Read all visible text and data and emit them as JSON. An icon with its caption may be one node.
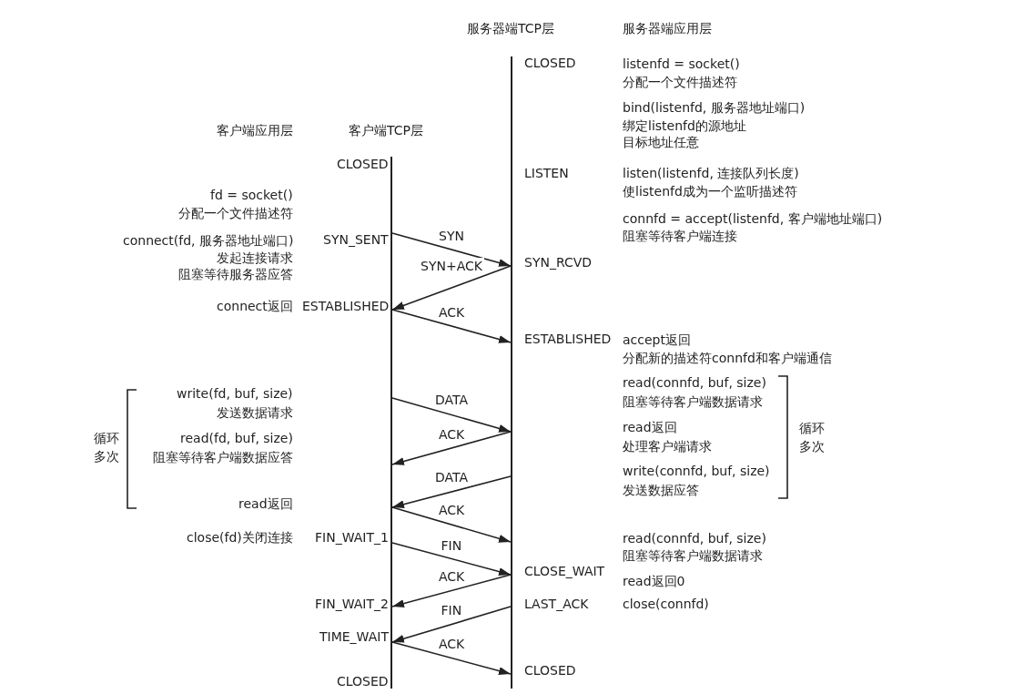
{
  "diagram": {
    "nodes": [
      {
        "text": [],
        "shape": "line",
        "beside": [
          "CLOSED",
          "SYN_SENT",
          "ESTABLISHED",
          "FIN_WAIT_1",
          "FIN_WAIT_2",
          "TIME_WAIT",
          "CLOSED"
        ]
      },
      {
        "text": [],
        "shape": "line",
        "beside": [
          "CLOSED",
          "LISTEN",
          "SYN_RCVD",
          "ESTABLISHED",
          "CLOSE_WAIT",
          "LAST_ACK",
          "CLOSED"
        ]
      }
    ],
    "edges": [
      {
        "from": 0,
        "to": 1,
        "arrow": "to",
        "label": "SYN"
      },
      {
        "from": 1,
        "to": 0,
        "arrow": "to",
        "label": "SYN+ACK"
      },
      {
        "from": 0,
        "to": 1,
        "arrow": "to",
        "label": "ACK"
      },
      {
        "from": 0,
        "to": 1,
        "arrow": "to",
        "label": "DATA"
      },
      {
        "from": 1,
        "to": 0,
        "arrow": "to",
        "label": "ACK"
      },
      {
        "from": 1,
        "to": 0,
        "arrow": "to",
        "label": "DATA"
      },
      {
        "from": 0,
        "to": 1,
        "arrow": "to",
        "label": "ACK"
      },
      {
        "from": 0,
        "to": 1,
        "arrow": "to",
        "label": "FIN"
      },
      {
        "from": 1,
        "to": 0,
        "arrow": "to",
        "label": "ACK"
      },
      {
        "from": 1,
        "to": 0,
        "arrow": "to",
        "label": "FIN"
      },
      {
        "from": 0,
        "to": 1,
        "arrow": "to",
        "label": "ACK"
      }
    ],
    "labels": [
      "服务器端TCP层",
      "服务器端应用层",
      "listenfd = socket()",
      "分配一个文件描述符",
      "bind(listenfd, 服务器地址端口)",
      "绑定listenfd的源地址",
      "客户端应用层",
      "客户端TCP层",
      "目标地址任意",
      "listen(listenfd, 连接队列长度)",
      "使listenfd成为一个监听描述符",
      "fd = socket()",
      "分配一个文件描述符",
      "connfd = accept(listenfd, 客户端地址端口)",
      "阻塞等待客户端连接",
      "connect(fd, 服务器地址端口)",
      "发起连接请求",
      "阻塞等待服务器应答",
      "connect返回",
      "accept返回",
      "分配新的描述符connfd和客户端通信",
      "read(connfd, buf, size)",
      "write(fd, buf, size)",
      "阻塞等待客户端数据请求",
      "发送数据请求",
      "read返回",
      "循环多次",
      "read(fd, buf, size)",
      "处理客户端请求",
      "循环多次",
      "阻塞等待客户端数据应答",
      "write(connfd, buf, size)",
      "发送数据应答",
      "read返回",
      "close(fd)关闭连接",
      "read(connfd, buf, size)",
      "阻塞等待客户端数据请求",
      "read返回0",
      "close(connfd)"
    ]
  }
}
